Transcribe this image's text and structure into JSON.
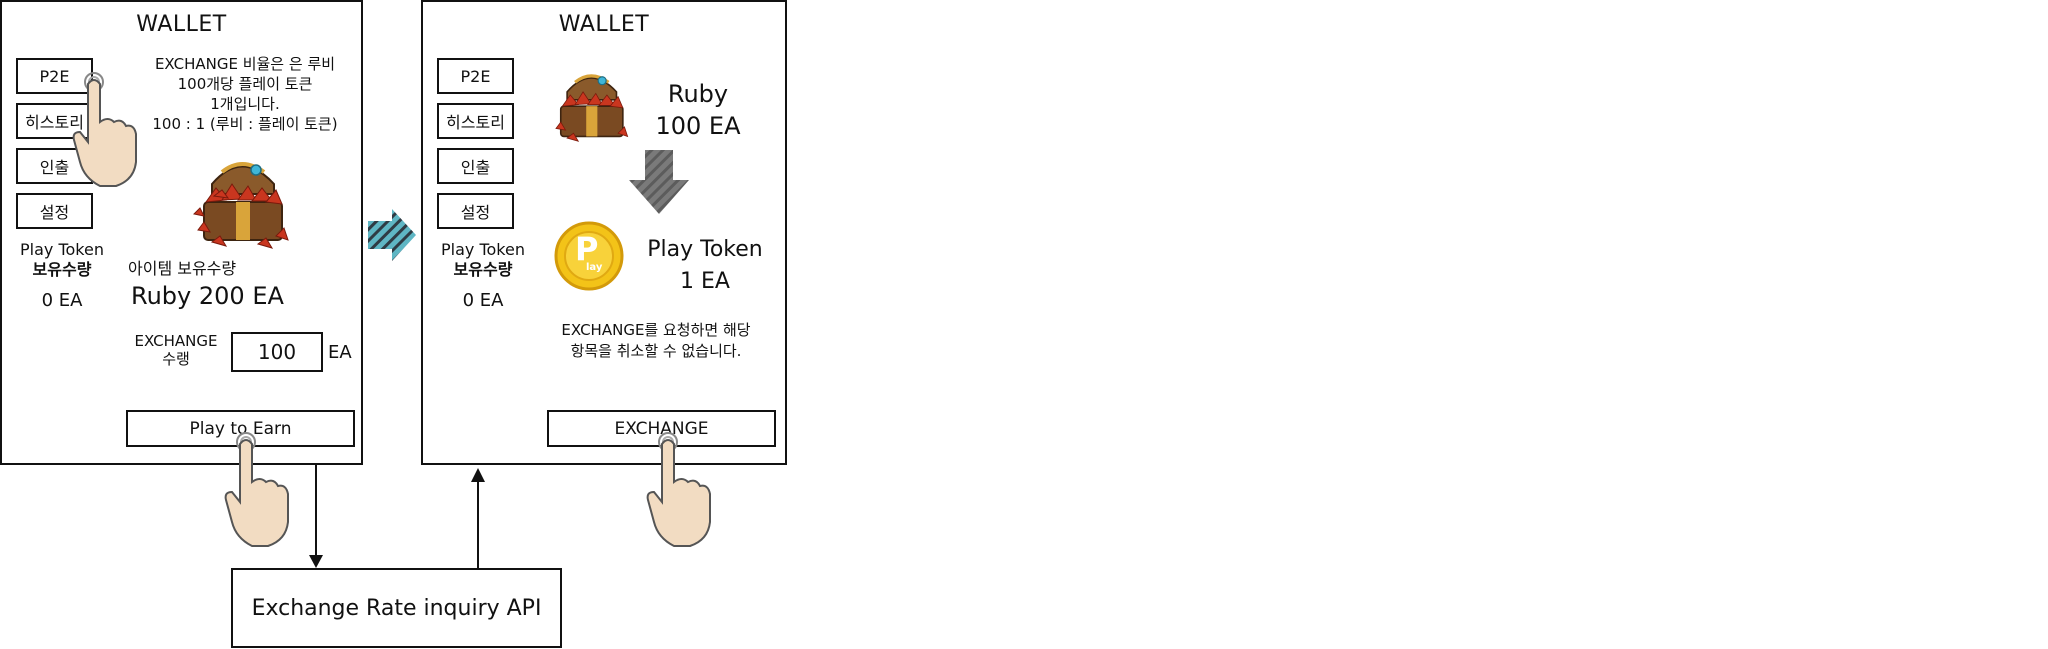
{
  "left_screen": {
    "title": "WALLET",
    "nav": [
      "P2E",
      "히스토리",
      "인출",
      "설정"
    ],
    "rate_text": [
      "EXCHANGE 비율은 은 루비",
      "100개당 플레이 토큰",
      "1개입니다.",
      "100 : 1 (루비 : 플레이 토큰)"
    ],
    "token_label": [
      "Play Token",
      "보유수량"
    ],
    "token_amount": "0 EA",
    "item_label": "아이템 보유수량",
    "item_amount": "Ruby 200 EA",
    "exchange_label": [
      "EXCHANGE",
      "수랭"
    ],
    "exchange_value": "100",
    "exchange_unit": "EA",
    "action_button": "Play to Earn"
  },
  "right_screen": {
    "title": "WALLET",
    "nav": [
      "P2E",
      "히스토리",
      "인출",
      "설정"
    ],
    "token_label": [
      "Play Token",
      "보유수량"
    ],
    "token_amount": "0 EA",
    "from_name": "Ruby",
    "from_amount": "100 EA",
    "to_name": "Play Token",
    "to_amount": "1 EA",
    "notice": [
      "EXCHANGE를 요청하면 해당",
      "항목을 취소할 수 없습니다."
    ],
    "action_button": "EXCHANGE"
  },
  "api_box": {
    "label": "Exchange Rate inquiry API"
  },
  "coin_letter": "P",
  "coin_sub": "lay",
  "colors": {
    "stroke": "#111111",
    "arrow_teal": "#5fb6c4",
    "arrow_gray": "#6e6e6e",
    "coin_gold": "#f3c318",
    "ruby_red": "#c9361f"
  }
}
